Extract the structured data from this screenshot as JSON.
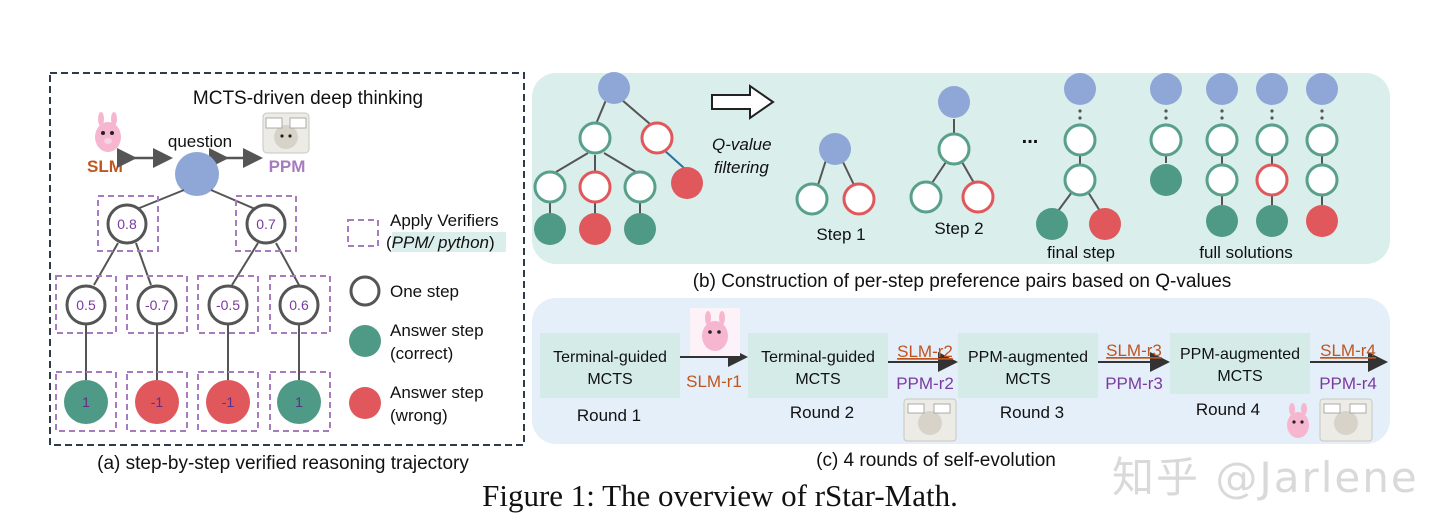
{
  "panel_a": {
    "title": "MCTS-driven deep thinking",
    "question_label": "question",
    "slm_label": "SLM",
    "ppm_label": "PPM",
    "level1_values": [
      "0.8",
      "0.7"
    ],
    "level2_values": [
      "0.5",
      "-0.7",
      "-0.5",
      "0.6"
    ],
    "level3_values": [
      "1",
      "-1",
      "-1",
      "1"
    ],
    "legend": {
      "verifier_line1": "Apply Verifiers",
      "verifier_open": "(",
      "verifier_italic": "PPM/ python",
      "verifier_close": ")",
      "one_step": "One step",
      "answer_correct_1": "Answer step",
      "answer_correct_2": "(correct)",
      "answer_wrong_1": "Answer step",
      "answer_wrong_2": "(wrong)"
    },
    "caption": "(a) step-by-step verified reasoning trajectory"
  },
  "panel_b": {
    "filter_label_1": "Q-value",
    "filter_label_2": "filtering",
    "step1": "Step 1",
    "step2": "Step 2",
    "ellipsis": "...",
    "final_step": "final step",
    "full_solutions": "full solutions",
    "caption": "(b) Construction of per-step preference pairs based on Q-values"
  },
  "panel_c": {
    "box1_line1": "Terminal-guided",
    "box1_line2": "MCTS",
    "box2_line1": "Terminal-guided",
    "box2_line2": "MCTS",
    "box3_line1": "PPM-augmented",
    "box3_line2": "MCTS",
    "box4_line1": "PPM-augmented",
    "box4_line2": "MCTS",
    "round1": "Round 1",
    "round2": "Round 2",
    "round3": "Round 3",
    "round4": "Round 4",
    "slm_r1": "SLM-r1",
    "slm_r2": "SLM-r2",
    "ppm_r2": "PPM-r2",
    "slm_r3": "SLM-r3",
    "ppm_r3": "PPM-r3",
    "slm_r4": "SLM-r4",
    "ppm_r4": "PPM-r4",
    "caption": "(c) 4 rounds of self-evolution"
  },
  "figure_caption": "Figure 1: The overview of rStar-Math.",
  "watermark": "知乎 @Jarlene",
  "colors": {
    "node_blue": "#8ea7d6",
    "correct_green": "#4f9a87",
    "wrong_red": "#e0585c",
    "step_green_stroke": "#58a08a",
    "panel_bg": "#daeeeb",
    "slm_orange": "#c0551f",
    "ppm_purple": "#7a3aa0",
    "verifier_purple": "#a77bbf"
  }
}
